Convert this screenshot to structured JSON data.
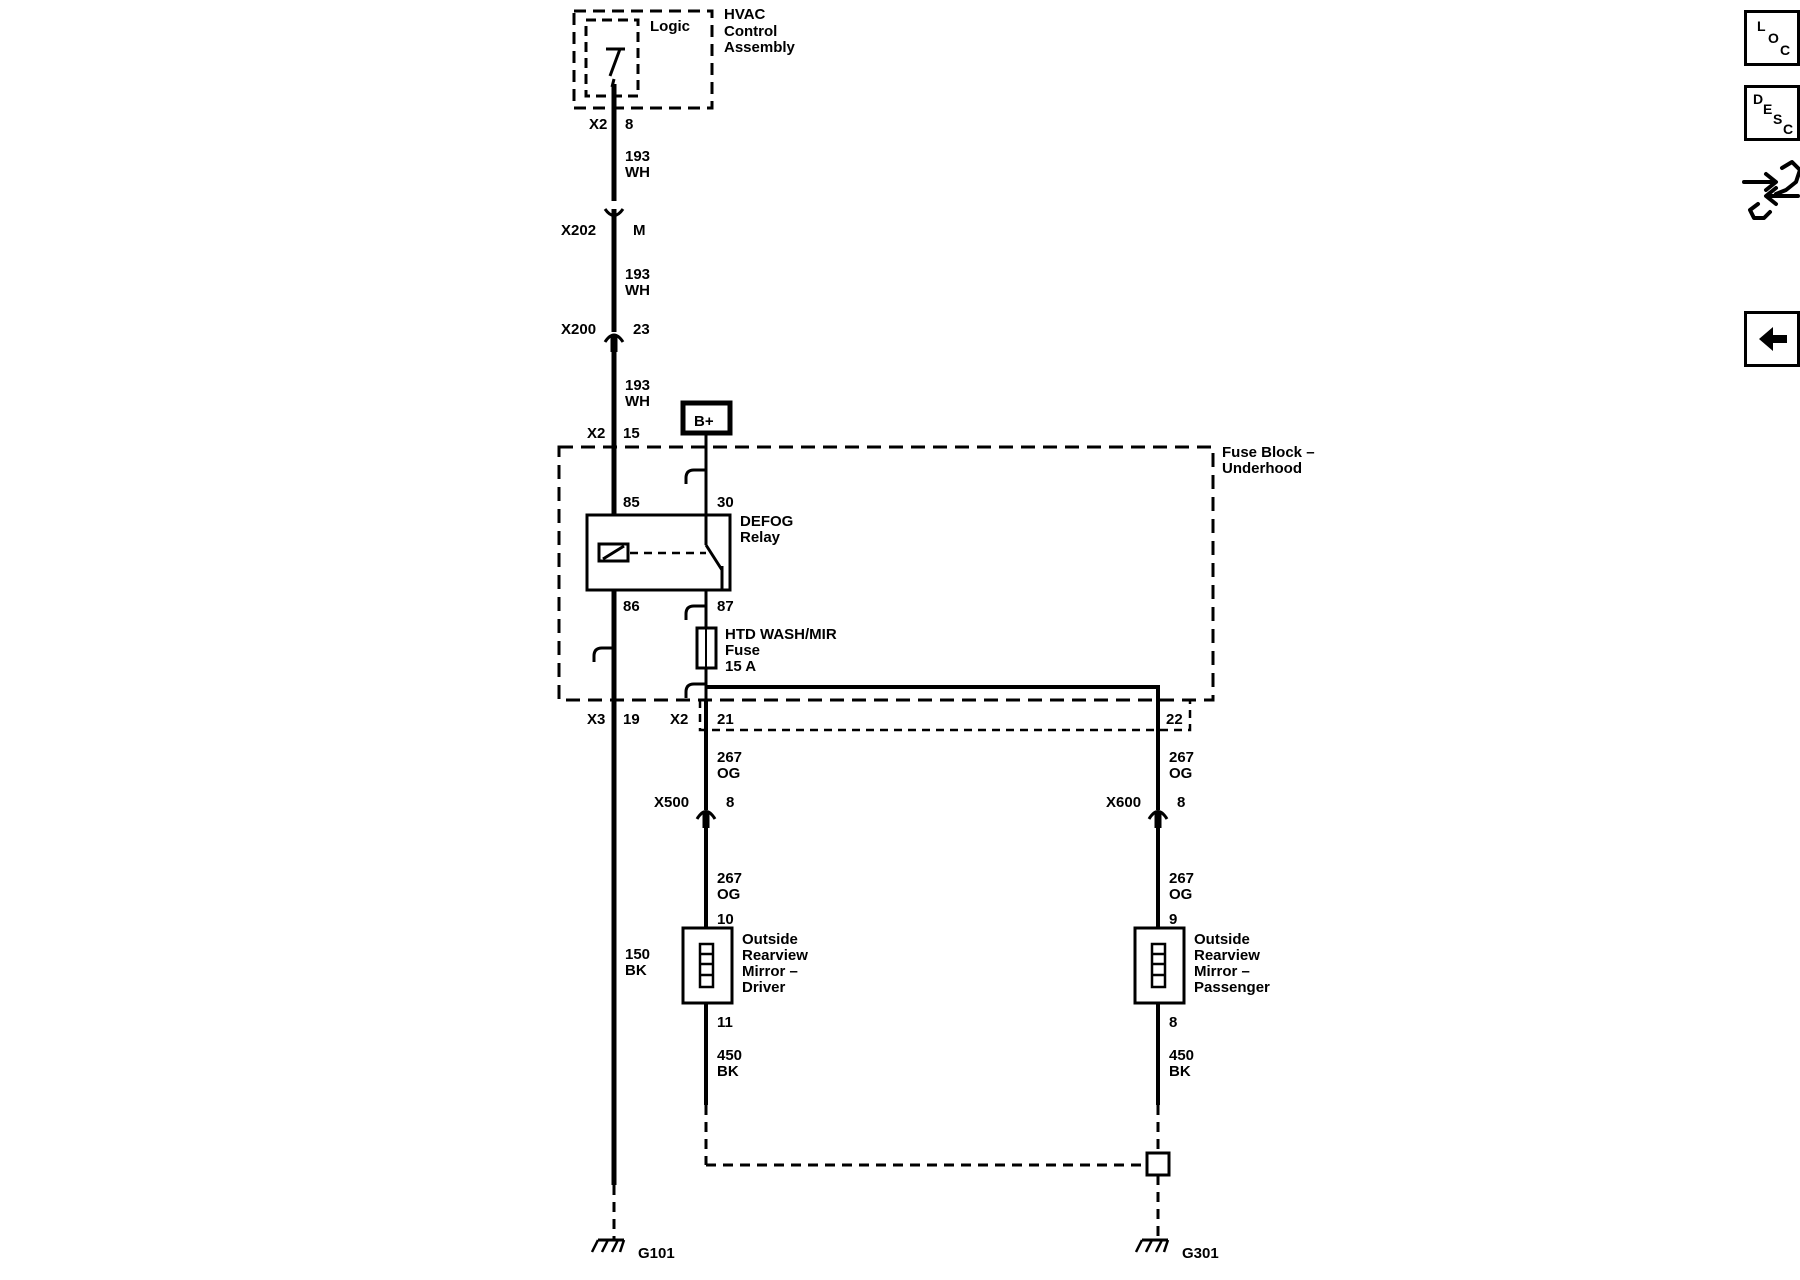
{
  "components": {
    "hvac": {
      "logic": "Logic",
      "name": [
        "HVAC",
        "Control",
        "Assembly"
      ]
    },
    "bplus": "B+",
    "fuse_block": [
      "Fuse Block –",
      "Underhood"
    ],
    "relay": [
      "DEFOG",
      "Relay"
    ],
    "fuse": [
      "HTD WASH/MIR",
      "Fuse",
      "15 A"
    ],
    "mirror_driver": [
      "Outside",
      "Rearview",
      "Mirror –",
      "Driver"
    ],
    "mirror_passenger": [
      "Outside",
      "Rearview",
      "Mirror –",
      "Passenger"
    ],
    "ground_left": "G101",
    "ground_right": "G301"
  },
  "connectors": {
    "x2_top": {
      "name": "X2",
      "pin": "8"
    },
    "x202": {
      "name": "X202",
      "pin": "M"
    },
    "x200": {
      "name": "X200",
      "pin": "23"
    },
    "x2_fuse": {
      "name": "X2",
      "pin": "15"
    },
    "x3": {
      "name": "X3",
      "pin": "19"
    },
    "x2_bottom": {
      "name": "X2",
      "pin": "21",
      "pin2": "22"
    },
    "x500": {
      "name": "X500",
      "pin": "8"
    },
    "x600": {
      "name": "X600",
      "pin": "8"
    }
  },
  "pins": {
    "relay_85": "85",
    "relay_30": "30",
    "relay_86": "86",
    "relay_87": "87",
    "driver_in": "10",
    "driver_out": "11",
    "pass_in": "9",
    "pass_out": "8"
  },
  "wires": {
    "w193_1": [
      "193",
      "WH"
    ],
    "w193_2": [
      "193",
      "WH"
    ],
    "w193_3": [
      "193",
      "WH"
    ],
    "w150": [
      "150",
      "BK"
    ],
    "w267_a": [
      "267",
      "OG"
    ],
    "w267_b": [
      "267",
      "OG"
    ],
    "w267_c": [
      "267",
      "OG"
    ],
    "w267_d": [
      "267",
      "OG"
    ],
    "w450_a": [
      "450",
      "BK"
    ],
    "w450_b": [
      "450",
      "BK"
    ]
  },
  "nav": {
    "loc": [
      "L",
      "O",
      "C"
    ],
    "desc": [
      "D",
      "E",
      "S",
      "C"
    ],
    "swap_icon": "connector-swap-icon",
    "back_icon": "back-arrow-icon"
  }
}
